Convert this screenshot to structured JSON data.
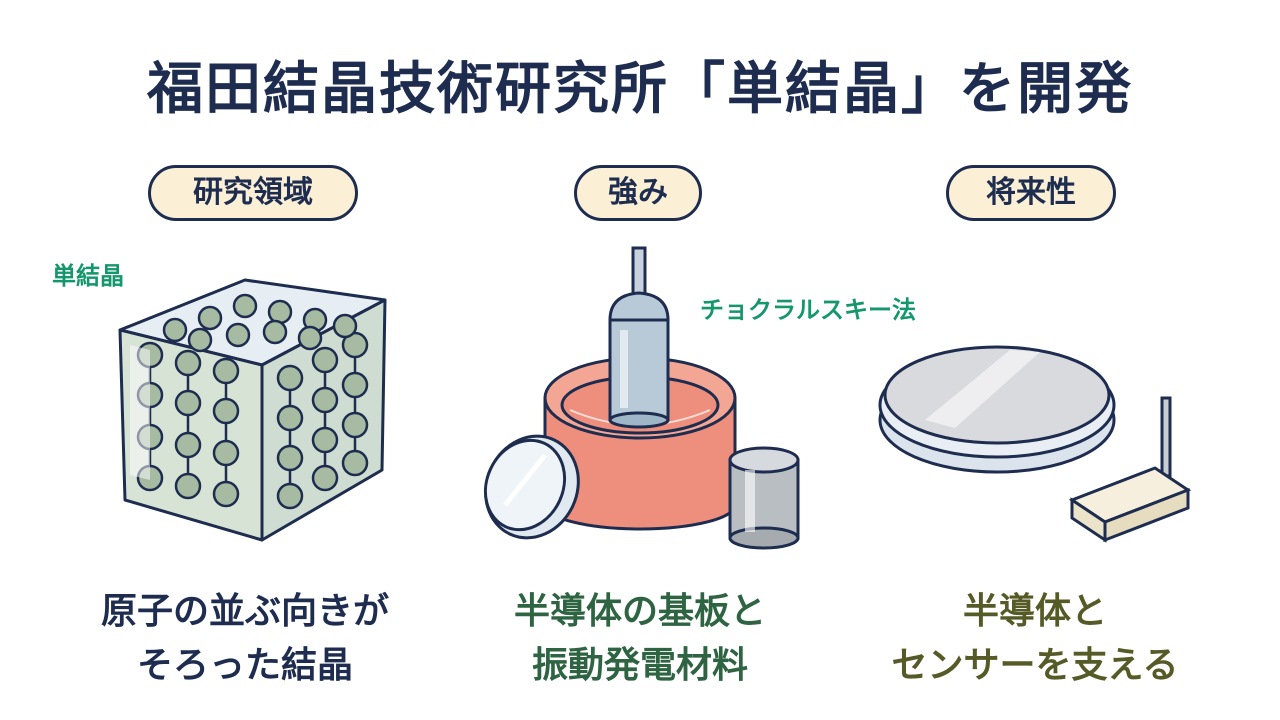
{
  "title": "福田結晶技術研究所「単結晶」を開発",
  "columns": [
    {
      "header": "研究領域",
      "callout": "単結晶",
      "caption_lines": [
        "原子の並ぶ向きが",
        "そろった結晶"
      ]
    },
    {
      "header": "強み",
      "callout": "チョクラルスキー法",
      "caption_lines": [
        "半導体の基板と",
        "振動発電材料"
      ]
    },
    {
      "header": "将来性",
      "caption_lines": [
        "半導体と",
        "センサーを支える"
      ]
    }
  ],
  "colors": {
    "title": "#1e2d4f",
    "pill_fill": "#fbf0d6",
    "callout": "#14976a",
    "caption_1": "#1e2d4f",
    "caption_2": "#2f6442",
    "caption_3": "#555a26",
    "crucible": "#ee8e7c",
    "atom": "#a6bba2"
  },
  "icons": [
    "crystal-lattice-cube-icon",
    "czochralski-crucible-icon",
    "seed-rod-icon",
    "glass-disc-icon",
    "metal-cylinder-icon",
    "wafer-icon",
    "sensor-device-icon"
  ]
}
